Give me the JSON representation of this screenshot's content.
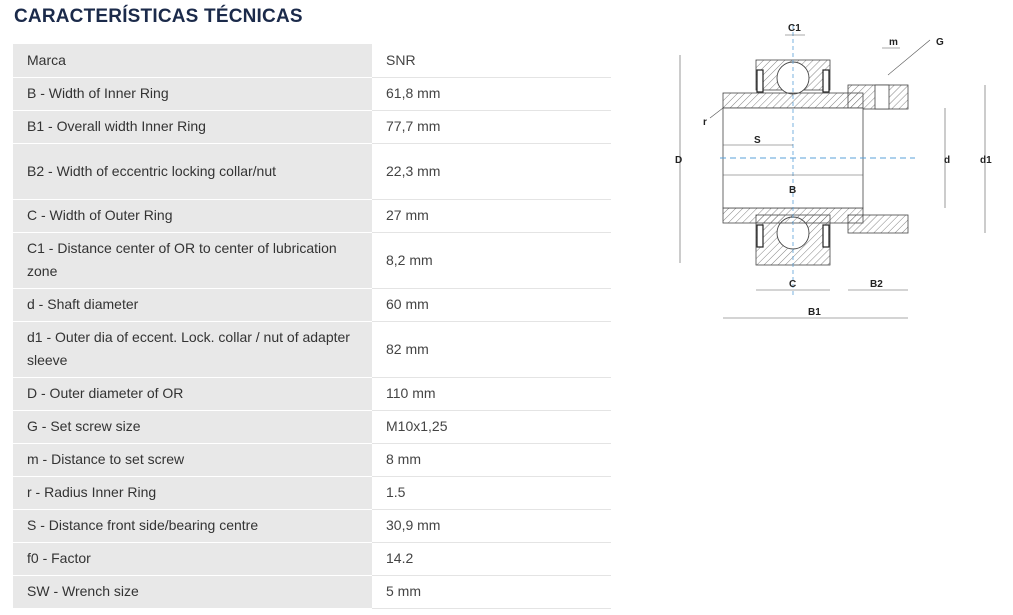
{
  "title": "CARACTERÍSTICAS TÉCNICAS",
  "rows": [
    {
      "label": "Marca",
      "value": "SNR"
    },
    {
      "label": "B - Width of Inner Ring",
      "value": "61,8 mm"
    },
    {
      "label": "B1 - Overall width Inner Ring",
      "value": "77,7 mm"
    },
    {
      "label": "B2 - Width of eccentric locking collar/nut",
      "value": "22,3 mm"
    },
    {
      "label": "C - Width of Outer Ring",
      "value": "27 mm"
    },
    {
      "label": "C1 - Distance center of OR to center of lubrication zone",
      "value": "8,2 mm"
    },
    {
      "label": "d - Shaft diameter",
      "value": "60 mm"
    },
    {
      "label": "d1 - Outer dia of eccent. Lock. collar / nut of adapter sleeve",
      "value": "82 mm"
    },
    {
      "label": "D - Outer diameter of OR",
      "value": "110 mm"
    },
    {
      "label": "G - Set screw size",
      "value": "M10x1,25"
    },
    {
      "label": "m - Distance to set screw",
      "value": "8 mm"
    },
    {
      "label": "r - Radius Inner Ring",
      "value": "1.5"
    },
    {
      "label": "S - Distance front side/bearing centre",
      "value": "30,9 mm"
    },
    {
      "label": "f0 - Factor",
      "value": "14.2"
    },
    {
      "label": "SW - Wrench size",
      "value": "5 mm"
    }
  ],
  "diagram_labels": {
    "C1": "C1",
    "m": "m",
    "G": "G",
    "r": "r",
    "S": "S",
    "D": "D",
    "d": "d",
    "d1": "d1",
    "B": "B",
    "C": "C",
    "B2": "B2",
    "B1": "B1"
  },
  "colors": {
    "title": "#1b2a4a",
    "label_bg": "#e8e8e8",
    "accent_dash": "#5aa0d8"
  }
}
